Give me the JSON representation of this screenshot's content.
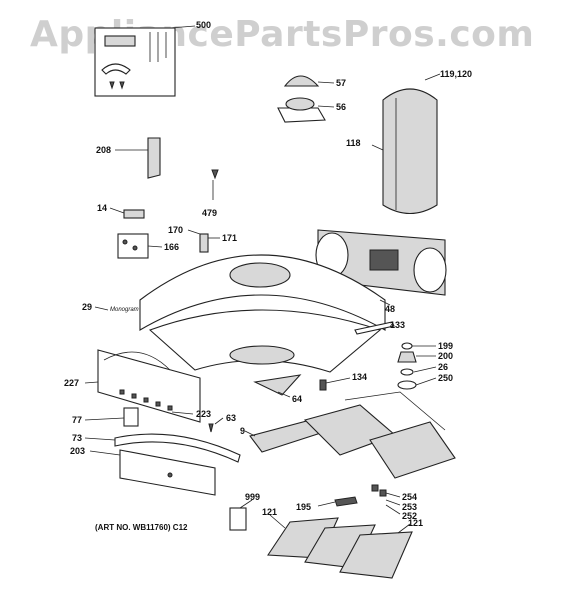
{
  "watermark": "AppliancePartsPros.com",
  "art_no": "(ART NO. WB11760) C12",
  "labels": {
    "l500": "500",
    "l57": "57",
    "l56": "56",
    "l119": "119,120",
    "l118": "118",
    "l208": "208",
    "l479": "479",
    "l14": "14",
    "l170": "170",
    "l171": "171",
    "l166": "166",
    "l48": "48",
    "l29": "29",
    "l133": "133",
    "l199": "199",
    "l200": "200",
    "l26": "26",
    "l250": "250",
    "l227": "227",
    "l134": "134",
    "l64": "64",
    "l223": "223",
    "l77": "77",
    "l63": "63",
    "l9": "9",
    "l73": "73",
    "l203": "203",
    "l999": "999",
    "l195": "195",
    "l254": "254",
    "l253": "253",
    "l252": "252",
    "l121a": "121",
    "l121b": "121"
  },
  "logo_text": "Monogram"
}
